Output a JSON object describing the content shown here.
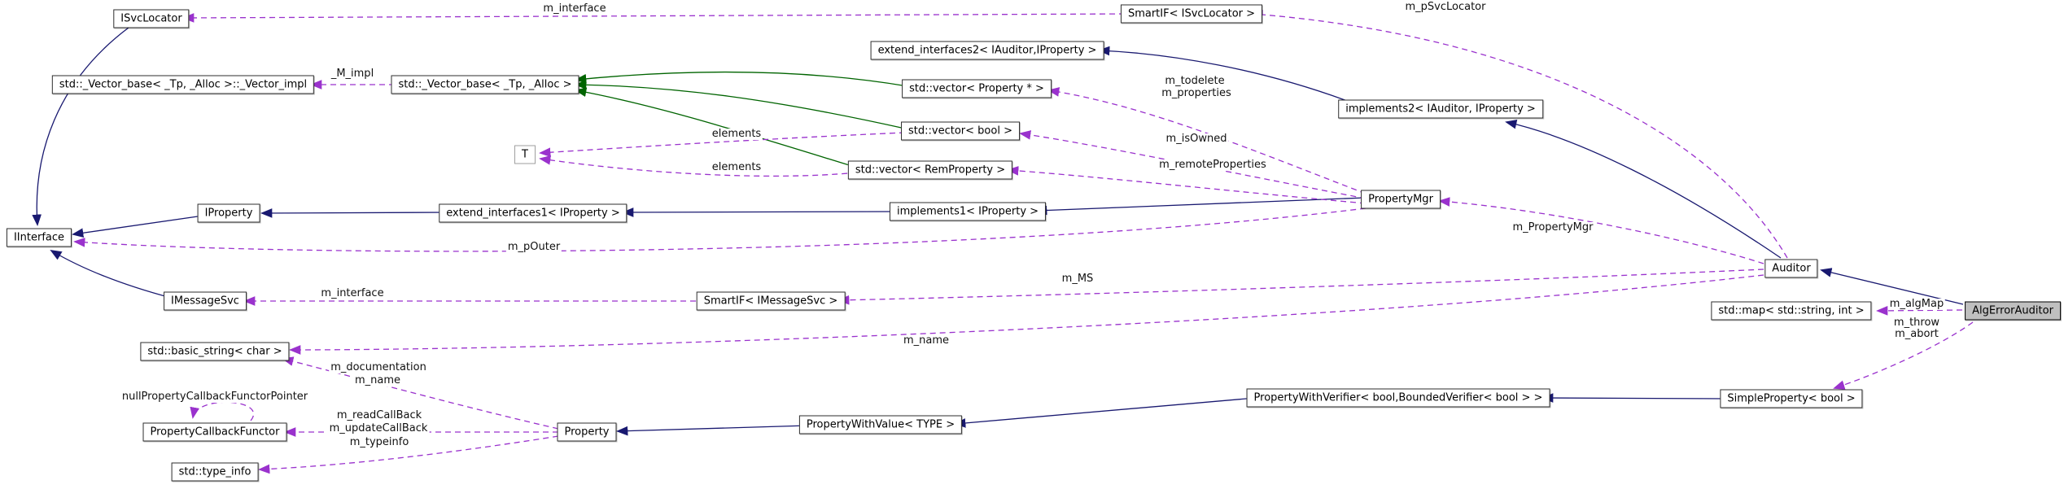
{
  "diagram_kind": "class-collaboration-graph",
  "colors": {
    "inheritance_edge": "#191970",
    "usage_edge": "#9a32cd",
    "template_edge": "#006400",
    "node_background": "#ffffff",
    "node_border": "#2e2e2e",
    "current_node_fill": "#bfbfbf",
    "template_param_border": "#9e9e9e",
    "background": "#ffffff"
  },
  "nodes": [
    {
      "id": "isvclocator",
      "label": "ISvcLocator",
      "kind": "class"
    },
    {
      "id": "vector_impl",
      "label": "std::_Vector_base< _Tp, _Alloc >::_Vector_impl",
      "kind": "std"
    },
    {
      "id": "vector_base",
      "label": "std::_Vector_base< _Tp, _Alloc >",
      "kind": "std"
    },
    {
      "id": "smartif_isvclocator",
      "label": "SmartIF< ISvcLocator >",
      "kind": "class"
    },
    {
      "id": "extend_interfaces2",
      "label": "extend_interfaces2< IAuditor,IProperty >",
      "kind": "class"
    },
    {
      "id": "vector_property",
      "label": "std::vector< Property * >",
      "kind": "std"
    },
    {
      "id": "vector_bool",
      "label": "std::vector< bool >",
      "kind": "std"
    },
    {
      "id": "vector_remproperty",
      "label": "std::vector< RemProperty >",
      "kind": "std"
    },
    {
      "id": "t_node",
      "label": "T",
      "kind": "template-param"
    },
    {
      "id": "implements2",
      "label": "implements2< IAuditor, IProperty >",
      "kind": "class"
    },
    {
      "id": "iinterface",
      "label": "IInterface",
      "kind": "class"
    },
    {
      "id": "iproperty",
      "label": "IProperty",
      "kind": "class"
    },
    {
      "id": "extend_interfaces1",
      "label": "extend_interfaces1< IProperty >",
      "kind": "class"
    },
    {
      "id": "implements1",
      "label": "implements1< IProperty >",
      "kind": "class"
    },
    {
      "id": "propertymgr",
      "label": "PropertyMgr",
      "kind": "class"
    },
    {
      "id": "auditor",
      "label": "Auditor",
      "kind": "class"
    },
    {
      "id": "imessagesvc",
      "label": "IMessageSvc",
      "kind": "class"
    },
    {
      "id": "smartif_imessagesvc",
      "label": "SmartIF< IMessageSvc >",
      "kind": "class"
    },
    {
      "id": "map_string_int",
      "label": "std::map< std::string, int >",
      "kind": "std"
    },
    {
      "id": "algerrorauditor",
      "label": "AlgErrorAuditor",
      "kind": "current"
    },
    {
      "id": "basic_string",
      "label": "std::basic_string< char >",
      "kind": "std"
    },
    {
      "id": "propertycallbackfunctor",
      "label": "PropertyCallbackFunctor",
      "kind": "class"
    },
    {
      "id": "typeinfo",
      "label": "std::type_info",
      "kind": "std"
    },
    {
      "id": "property",
      "label": "Property",
      "kind": "class"
    },
    {
      "id": "propertywithvalue",
      "label": "PropertyWithValue< TYPE >",
      "kind": "class"
    },
    {
      "id": "propertywithverifier",
      "label": "PropertyWithVerifier< bool,BoundedVerifier< bool > >",
      "kind": "class"
    },
    {
      "id": "simpleproperty",
      "label": "SimpleProperty< bool >",
      "kind": "class"
    }
  ],
  "edges": [
    {
      "from": "isvclocator",
      "to": "iinterface",
      "style": "inheritance",
      "labels": []
    },
    {
      "from": "iproperty",
      "to": "iinterface",
      "style": "inheritance",
      "labels": []
    },
    {
      "from": "imessagesvc",
      "to": "iinterface",
      "style": "inheritance",
      "labels": []
    },
    {
      "from": "extend_interfaces1",
      "to": "iproperty",
      "style": "inheritance",
      "labels": []
    },
    {
      "from": "implements1",
      "to": "extend_interfaces1",
      "style": "inheritance",
      "labels": []
    },
    {
      "from": "propertymgr",
      "to": "implements1",
      "style": "inheritance",
      "labels": []
    },
    {
      "from": "implements2",
      "to": "extend_interfaces2",
      "style": "inheritance",
      "labels": []
    },
    {
      "from": "auditor",
      "to": "implements2",
      "style": "inheritance",
      "labels": []
    },
    {
      "from": "algerrorauditor",
      "to": "auditor",
      "style": "inheritance",
      "labels": []
    },
    {
      "from": "propertywithvalue",
      "to": "property",
      "style": "inheritance",
      "labels": []
    },
    {
      "from": "propertywithverifier",
      "to": "propertywithvalue",
      "style": "inheritance",
      "labels": []
    },
    {
      "from": "simpleproperty",
      "to": "propertywithverifier",
      "style": "inheritance",
      "labels": []
    },
    {
      "from": "vector_property",
      "to": "vector_base",
      "style": "template",
      "labels": []
    },
    {
      "from": "vector_bool",
      "to": "vector_base",
      "style": "template",
      "labels": []
    },
    {
      "from": "vector_remproperty",
      "to": "vector_base",
      "style": "template",
      "labels": []
    },
    {
      "from": "smartif_isvclocator",
      "to": "isvclocator",
      "style": "usage",
      "labels": [
        "m_interface"
      ]
    },
    {
      "from": "auditor",
      "to": "smartif_isvclocator",
      "style": "usage",
      "labels": [
        "m_pSvcLocator"
      ]
    },
    {
      "from": "vector_base",
      "to": "vector_impl",
      "style": "usage",
      "labels": [
        "_M_impl"
      ]
    },
    {
      "from": "propertymgr",
      "to": "vector_property",
      "style": "usage",
      "labels": [
        "m_todelete",
        "m_properties"
      ]
    },
    {
      "from": "propertymgr",
      "to": "vector_bool",
      "style": "usage",
      "labels": [
        "m_isOwned"
      ]
    },
    {
      "from": "propertymgr",
      "to": "vector_remproperty",
      "style": "usage",
      "labels": [
        "m_remoteProperties"
      ]
    },
    {
      "from": "vector_bool",
      "to": "t_node",
      "style": "usage",
      "labels": [
        "elements"
      ]
    },
    {
      "from": "vector_remproperty",
      "to": "t_node",
      "style": "usage",
      "labels": [
        "elements"
      ]
    },
    {
      "from": "propertymgr",
      "to": "iinterface",
      "style": "usage",
      "labels": [
        "m_pOuter"
      ]
    },
    {
      "from": "auditor",
      "to": "propertymgr",
      "style": "usage",
      "labels": [
        "m_PropertyMgr"
      ]
    },
    {
      "from": "auditor",
      "to": "smartif_imessagesvc",
      "style": "usage",
      "labels": [
        "m_MS"
      ]
    },
    {
      "from": "smartif_imessagesvc",
      "to": "imessagesvc",
      "style": "usage",
      "labels": [
        "m_interface"
      ]
    },
    {
      "from": "auditor",
      "to": "basic_string",
      "style": "usage",
      "labels": [
        "m_name"
      ]
    },
    {
      "from": "property",
      "to": "basic_string",
      "style": "usage",
      "labels": [
        "m_documentation",
        "m_name"
      ]
    },
    {
      "from": "property",
      "to": "propertycallbackfunctor",
      "style": "usage",
      "labels": [
        "m_readCallBack",
        "m_updateCallBack"
      ]
    },
    {
      "from": "property",
      "to": "typeinfo",
      "style": "usage",
      "labels": [
        "m_typeinfo"
      ]
    },
    {
      "from": "propertycallbackfunctor",
      "to": "propertycallbackfunctor",
      "style": "usage",
      "labels": [
        "nullPropertyCallbackFunctorPointer"
      ]
    },
    {
      "from": "algerrorauditor",
      "to": "map_string_int",
      "style": "usage",
      "labels": [
        "m_algMap"
      ]
    },
    {
      "from": "algerrorauditor",
      "to": "simpleproperty",
      "style": "usage",
      "labels": [
        "m_throw",
        "m_abort"
      ]
    }
  ]
}
